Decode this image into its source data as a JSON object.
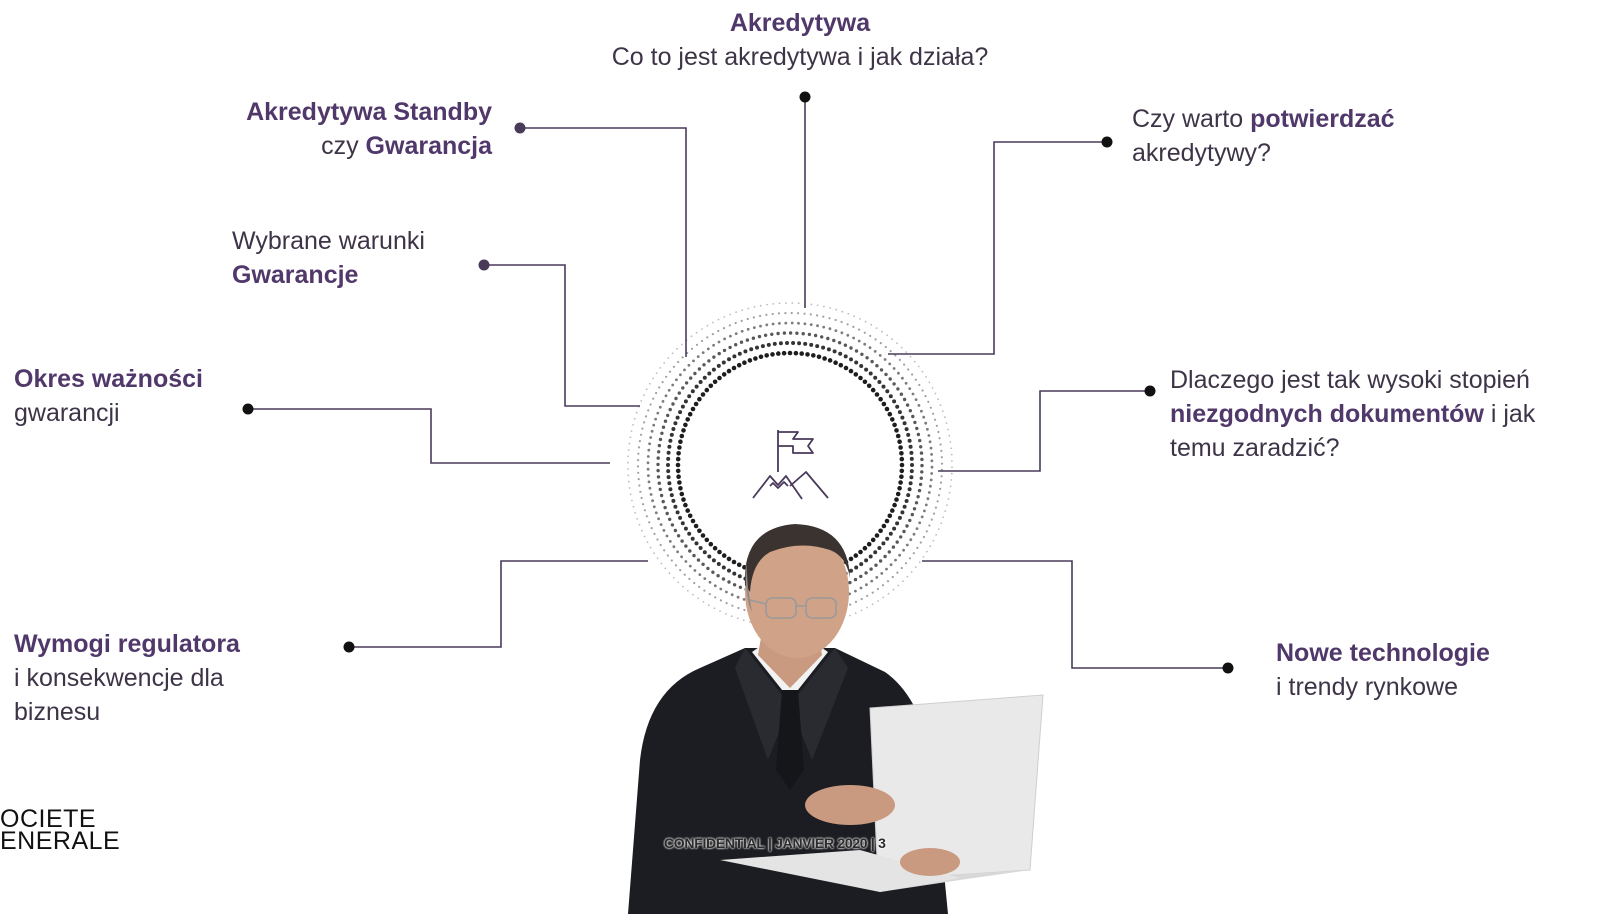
{
  "colors": {
    "accent": "#50386a",
    "line": "#4a3a5a",
    "text": "#3e3447",
    "dot": "#111111"
  },
  "center_icon": "flag-on-mountain-icon",
  "topics": {
    "akredytywa": {
      "title": "Akredytywa",
      "text": "Co to jest akredytywa i jak działa?"
    },
    "standby": {
      "line1": "Akredytywa Standby",
      "line2_pre": "czy ",
      "line2_bold": "Gwarancja"
    },
    "warunki": {
      "line1": "Wybrane warunki",
      "line2": "Gwarancje"
    },
    "okres": {
      "bold": "Okres ważności",
      "text": "gwarancji"
    },
    "regulator": {
      "bold": "Wymogi regulatora",
      "text1": "i konsekwencje dla",
      "text2": "biznesu"
    },
    "potwierdzac": {
      "pre": "Czy warto ",
      "bold": "potwierdzać",
      "text2": "akredytywy?"
    },
    "niezgodne": {
      "line1": "Dlaczego jest tak wysoki stopień",
      "bold": "niezgodnych dokumentów",
      "post": " i jak",
      "line3": "temu zaradzić?"
    },
    "technologie": {
      "bold": "Nowe technologie",
      "text": "i trendy rynkowe"
    }
  },
  "logo": {
    "line1": "OCIETE",
    "line2": "ENERALE"
  },
  "footer": {
    "confidential": "CONFIDENTIAL",
    "sep1": " | ",
    "date": "JANVIER 2020",
    "sep2": " | ",
    "page": "3"
  }
}
